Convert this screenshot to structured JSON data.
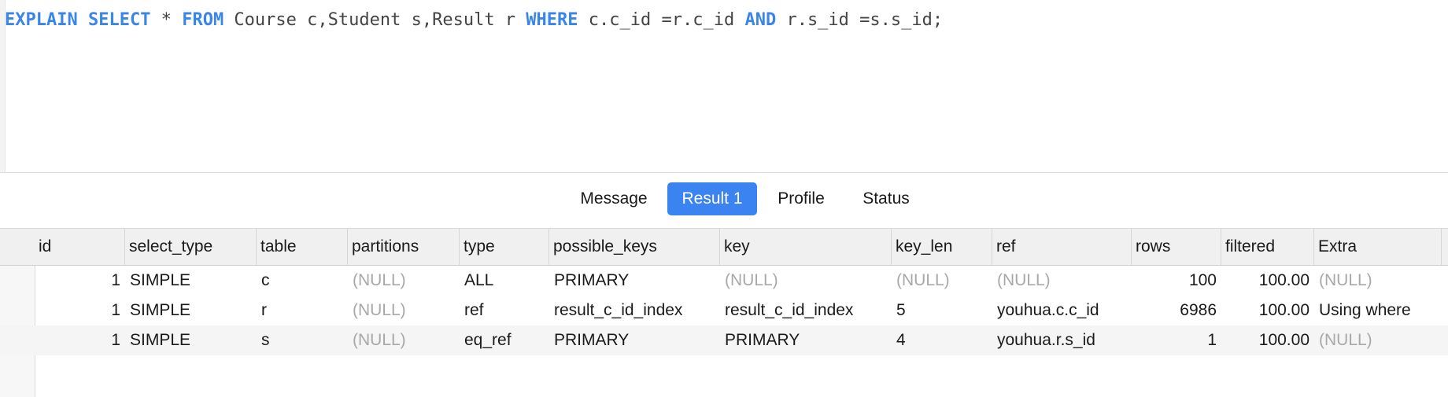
{
  "editor": {
    "sql_tokens": [
      {
        "t": "EXPLAIN",
        "k": true
      },
      {
        "t": " ",
        "k": false
      },
      {
        "t": "SELECT",
        "k": true
      },
      {
        "t": " * ",
        "k": false
      },
      {
        "t": "FROM",
        "k": true
      },
      {
        "t": " Course c,Student s,Result r ",
        "k": false
      },
      {
        "t": "WHERE",
        "k": true
      },
      {
        "t": " c.c_id =r.c_id ",
        "k": false
      },
      {
        "t": "AND",
        "k": true
      },
      {
        "t": " r.s_id =s.s_id;",
        "k": false
      }
    ]
  },
  "tabs": [
    {
      "label": "Message",
      "active": false
    },
    {
      "label": "Result 1",
      "active": true
    },
    {
      "label": "Profile",
      "active": false
    },
    {
      "label": "Status",
      "active": false
    }
  ],
  "grid": {
    "columns": [
      "id",
      "select_type",
      "table",
      "partitions",
      "type",
      "possible_keys",
      "key",
      "key_len",
      "ref",
      "rows",
      "filtered",
      "Extra"
    ],
    "rows": [
      [
        "1",
        "SIMPLE",
        "c",
        "(NULL)",
        "ALL",
        "PRIMARY",
        "(NULL)",
        "(NULL)",
        "(NULL)",
        "100",
        "100.00",
        "(NULL)"
      ],
      [
        "1",
        "SIMPLE",
        "r",
        "(NULL)",
        "ref",
        "result_c_id_index",
        "result_c_id_index",
        "5",
        "youhua.c.c_id",
        "6986",
        "100.00",
        "Using where"
      ],
      [
        "1",
        "SIMPLE",
        "s",
        "(NULL)",
        "eq_ref",
        "PRIMARY",
        "PRIMARY",
        "4",
        "youhua.r.s_id",
        "1",
        "100.00",
        "(NULL)"
      ]
    ],
    "null_token": "(NULL)"
  }
}
